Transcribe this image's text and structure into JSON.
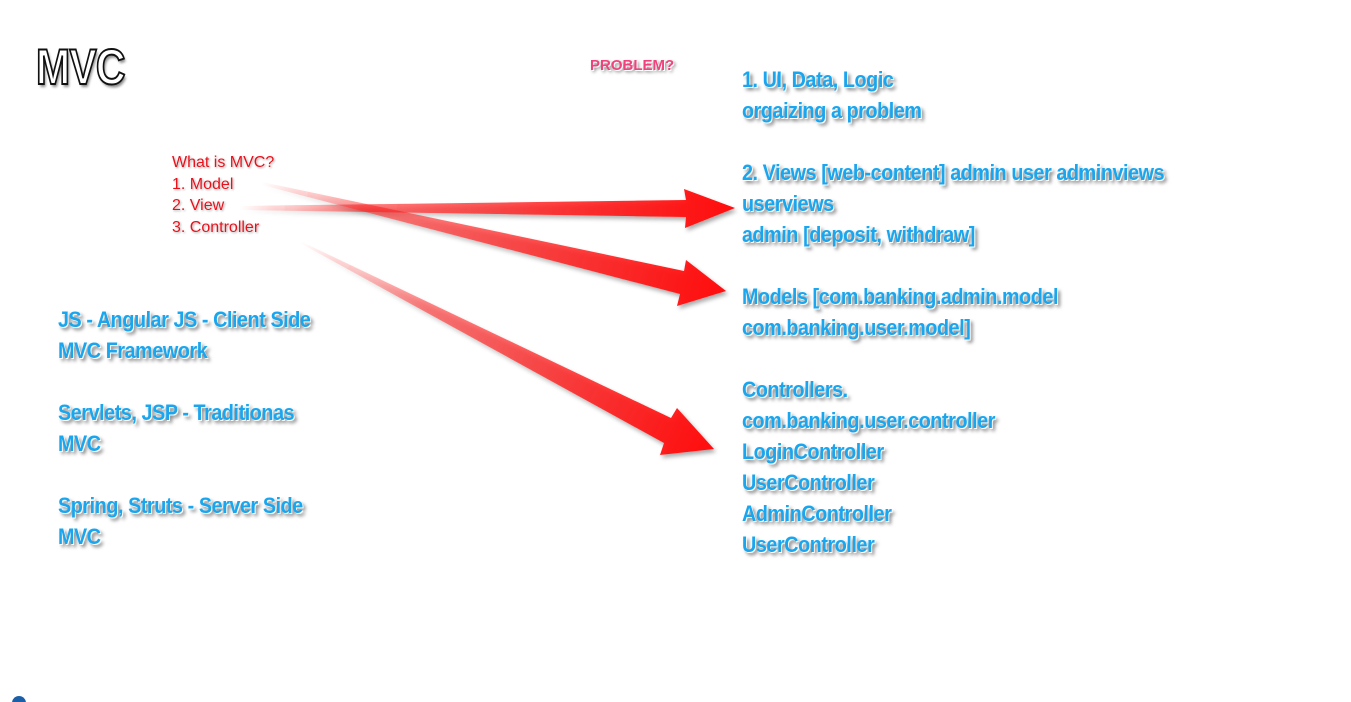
{
  "slide": {
    "title": "MVC",
    "problem_label": "PROBLEM?"
  },
  "mvc_list": [
    "What is MVC?",
    "1. Model",
    "2. View",
    "3. Controller"
  ],
  "left_notes": {
    "group1": [
      "JS - Angular JS - Client Side",
      "MVC Framework"
    ],
    "group2": [
      "Servlets, JSP - Traditionas",
      "MVC"
    ],
    "group3": [
      "Spring, Struts - Server Side",
      "MVC"
    ]
  },
  "right_notes": {
    "group1": [
      "1. UI, Data, Logic",
      "orgaizing a problem"
    ],
    "group2": [
      "2. Views [web-content] admin user adminviews",
      "userviews",
      "admin [deposit, withdraw]"
    ],
    "group3": [
      "Models [com.banking.admin.model",
      "com.banking.user.model]"
    ],
    "group4": [
      "Controllers.",
      "com.banking.user.controller",
      "LoginController",
      "UserController",
      "AdminController",
      "UserController"
    ]
  },
  "colors": {
    "title_fill": "#ffffff",
    "problem": "#f0437e",
    "red_text": "#e8101a",
    "blue_text": "#1aa6ee",
    "arrow": "#ff1a1a"
  }
}
